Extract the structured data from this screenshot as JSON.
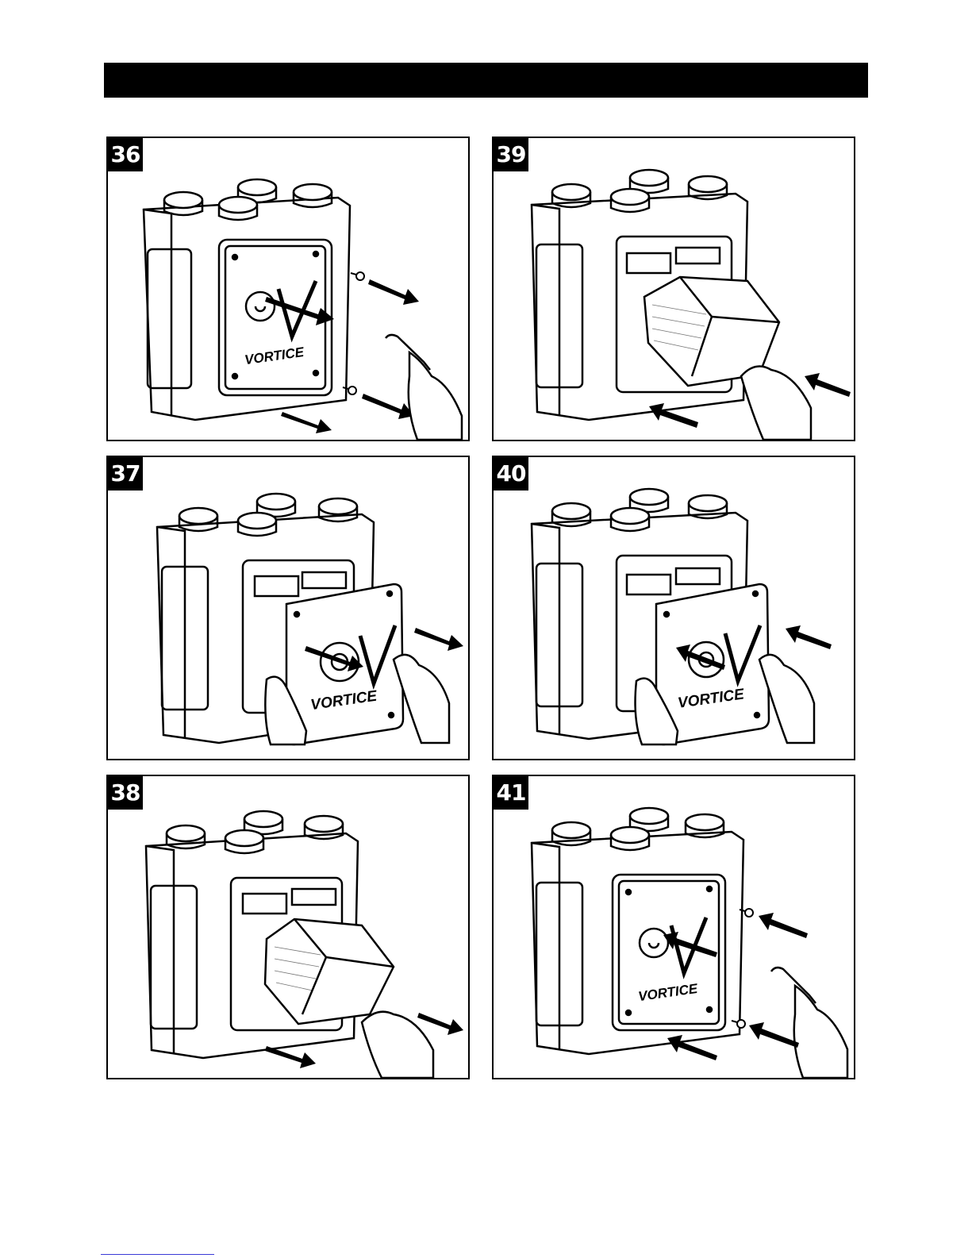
{
  "steps": [
    {
      "number": "36",
      "action": "remove-screws"
    },
    {
      "number": "37",
      "action": "remove-cover"
    },
    {
      "number": "38",
      "action": "extract-exchanger"
    },
    {
      "number": "39",
      "action": "insert-exchanger"
    },
    {
      "number": "40",
      "action": "refit-cover"
    },
    {
      "number": "41",
      "action": "refit-screws"
    }
  ],
  "brand": {
    "logo_text": "VORTICE"
  },
  "colors": {
    "ink": "#000000",
    "paper": "#ffffff",
    "link": "#3a3ad6"
  },
  "icons": [
    "arrow-icon",
    "screw-icon",
    "hex-key-icon",
    "hand-icon",
    "heat-exchanger-icon"
  ]
}
